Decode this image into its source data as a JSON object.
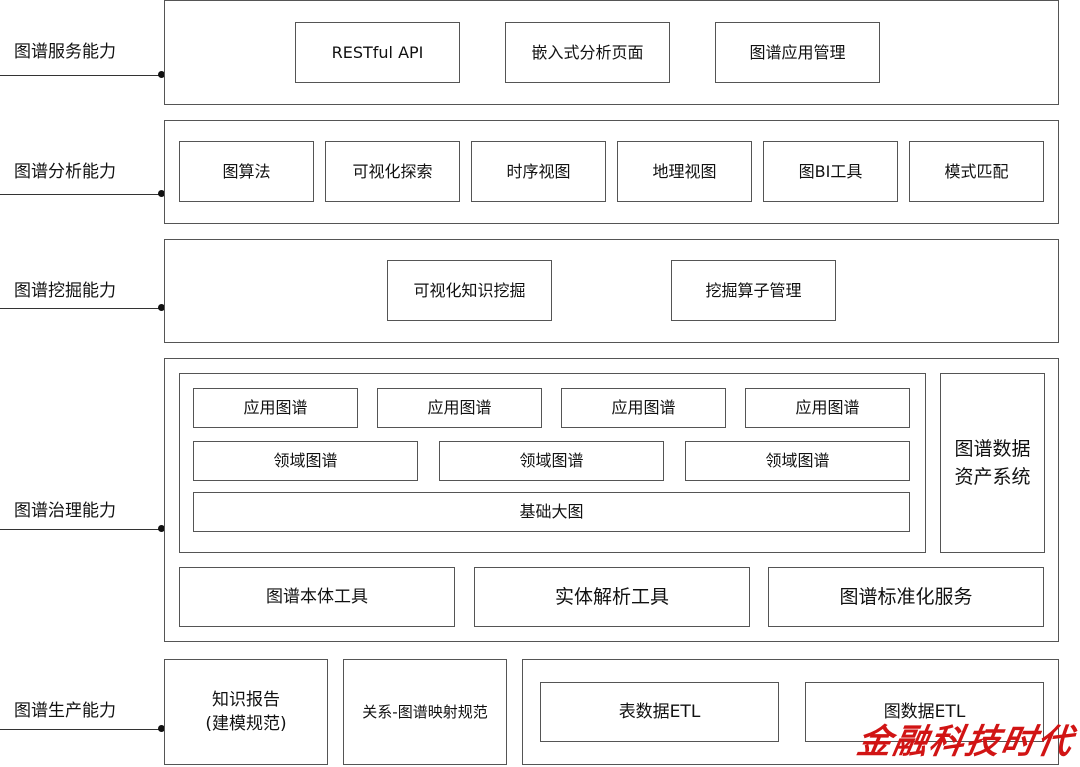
{
  "rows": {
    "service": {
      "label": "图谱服务能力",
      "items": [
        "RESTful API",
        "嵌入式分析页面",
        "图谱应用管理"
      ]
    },
    "analysis": {
      "label": "图谱分析能力",
      "items": [
        "图算法",
        "可视化探索",
        "时序视图",
        "地理视图",
        "图BI工具",
        "模式匹配"
      ]
    },
    "mining": {
      "label": "图谱挖掘能力",
      "items": [
        "可视化知识挖掘",
        "挖掘算子管理"
      ]
    },
    "governance": {
      "label": "图谱治理能力",
      "app_graphs": [
        "应用图谱",
        "应用图谱",
        "应用图谱",
        "应用图谱"
      ],
      "domain_graphs": [
        "领域图谱",
        "领域图谱",
        "领域图谱"
      ],
      "base_graph": "基础大图",
      "asset_system": [
        "图谱数据",
        "资产系统"
      ],
      "tools": [
        "图谱本体工具",
        "实体解析工具",
        "图谱标准化服务"
      ]
    },
    "production": {
      "label": "图谱生产能力",
      "knowledge_report": [
        "知识报告",
        "(建模规范)"
      ],
      "mapping_spec": "关系-图谱映射规范",
      "etl": [
        "表数据ETL",
        "图数据ETL"
      ]
    }
  },
  "watermark": "金融科技时代",
  "colors": {
    "line": "#555555",
    "text": "#111111",
    "watermark": "#d11414"
  }
}
